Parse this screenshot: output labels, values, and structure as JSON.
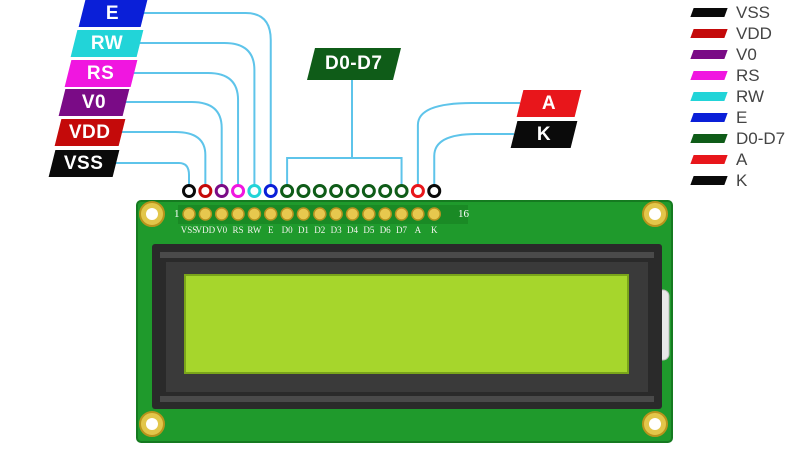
{
  "pin_tags_left": [
    {
      "id": "e",
      "label": "E",
      "color": "#0a1fd8"
    },
    {
      "id": "rw",
      "label": "RW",
      "color": "#22d4d8"
    },
    {
      "id": "rs",
      "label": "RS",
      "color": "#f016e0"
    },
    {
      "id": "v0",
      "label": "V0",
      "color": "#7a0b86"
    },
    {
      "id": "vdd",
      "label": "VDD",
      "color": "#c40a0a"
    },
    {
      "id": "vss",
      "label": "VSS",
      "color": "#0a0a0a"
    }
  ],
  "data_tag": {
    "label": "D0-D7",
    "color": "#0f5c18"
  },
  "pin_tags_right": [
    {
      "id": "a",
      "label": "A",
      "color": "#e8161b"
    },
    {
      "id": "k",
      "label": "K",
      "color": "#0a0a0a"
    }
  ],
  "legend": [
    {
      "label": "VSS",
      "color": "#0a0a0a"
    },
    {
      "label": "VDD",
      "color": "#c40a0a"
    },
    {
      "label": "V0",
      "color": "#7a0b86"
    },
    {
      "label": "RS",
      "color": "#f016e0"
    },
    {
      "label": "RW",
      "color": "#22d4d8"
    },
    {
      "label": "E",
      "color": "#0a1fd8"
    },
    {
      "label": "D0-D7",
      "color": "#0f5c18"
    },
    {
      "label": "A",
      "color": "#e8161b"
    },
    {
      "label": "K",
      "color": "#0a0a0a"
    }
  ],
  "pins": [
    {
      "silk": "VSS",
      "color": "#0a0a0a"
    },
    {
      "silk": "VDD",
      "color": "#c40a0a"
    },
    {
      "silk": "V0",
      "color": "#7a0b86"
    },
    {
      "silk": "RS",
      "color": "#f016e0"
    },
    {
      "silk": "RW",
      "color": "#22d4d8"
    },
    {
      "silk": "E",
      "color": "#0a1fd8"
    },
    {
      "silk": "D0",
      "color": "#0f5c18"
    },
    {
      "silk": "D1",
      "color": "#0f5c18"
    },
    {
      "silk": "D2",
      "color": "#0f5c18"
    },
    {
      "silk": "D3",
      "color": "#0f5c18"
    },
    {
      "silk": "D4",
      "color": "#0f5c18"
    },
    {
      "silk": "D5",
      "color": "#0f5c18"
    },
    {
      "silk": "D6",
      "color": "#0f5c18"
    },
    {
      "silk": "D7",
      "color": "#0f5c18"
    },
    {
      "silk": "A",
      "color": "#e8161b"
    },
    {
      "silk": "K",
      "color": "#0a0a0a"
    }
  ],
  "board": {
    "pin_first": "1",
    "pin_last": "16",
    "pcb_color": "#1f9a2c",
    "screen_color": "#a6d62c",
    "bezel_color": "#2a2a2a",
    "wire_color": "#5ec4ea"
  }
}
